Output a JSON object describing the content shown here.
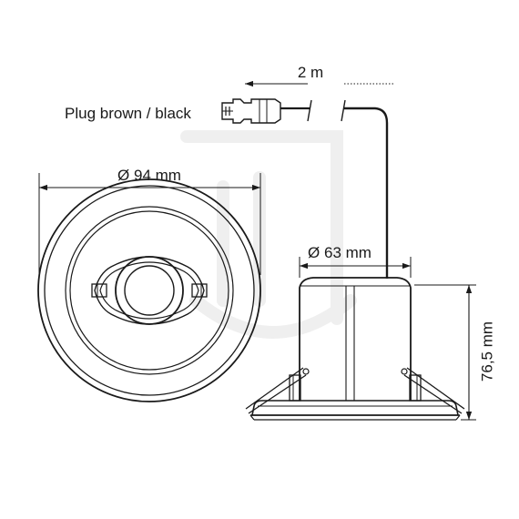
{
  "labels": {
    "cable_length": "2 m",
    "plug": "Plug brown / black",
    "outer_diameter": "Ø 94 mm",
    "body_diameter": "Ø 63 mm",
    "height": "76,5 mm"
  },
  "colors": {
    "line": "#1a1a1a",
    "watermark": "#eeeeee"
  }
}
